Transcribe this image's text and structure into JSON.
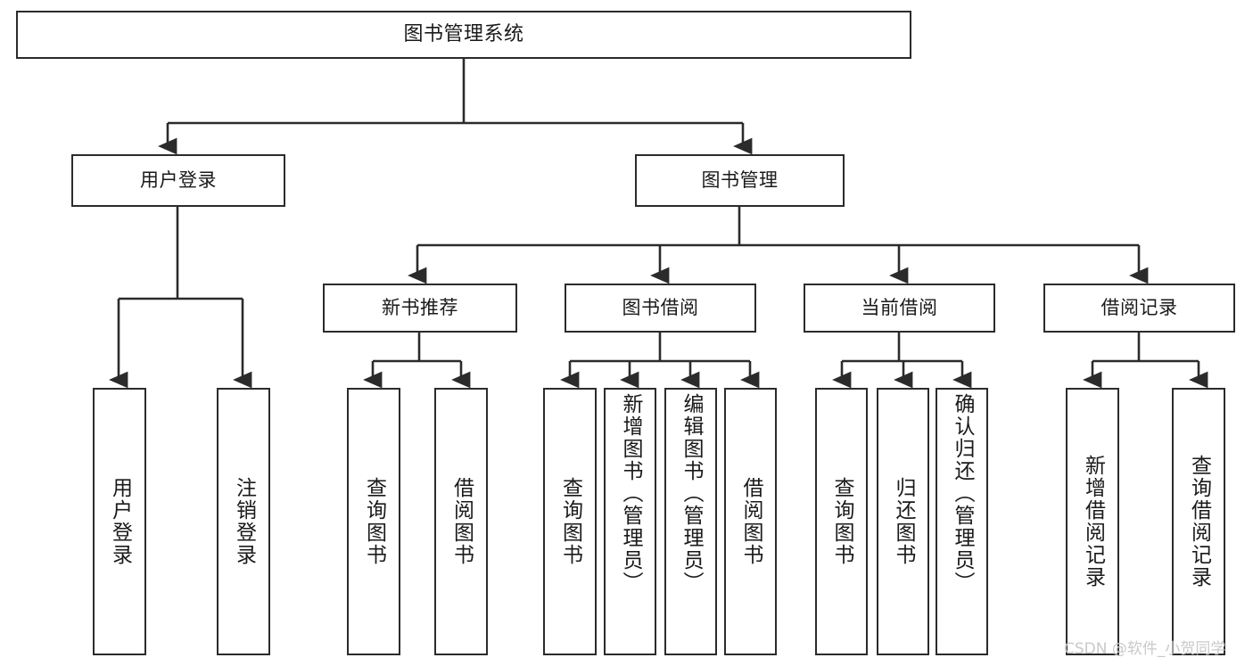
{
  "diagram": {
    "title": "图书管理系统",
    "type": "functional-structure-tree",
    "stroke_color": "#2b2b2b",
    "fill_color": "#ffffff",
    "text_color": "#1a1a1a"
  },
  "nodes": {
    "root": {
      "label": "图书管理系统"
    },
    "level1": [
      {
        "id": "user-login",
        "label": "用户登录"
      },
      {
        "id": "book-management",
        "label": "图书管理"
      }
    ],
    "level2": [
      {
        "id": "new-book-recommend",
        "label": "新书推荐"
      },
      {
        "id": "book-borrow",
        "label": "图书借阅"
      },
      {
        "id": "current-borrow",
        "label": "当前借阅"
      },
      {
        "id": "borrow-record",
        "label": "借阅记录"
      }
    ],
    "leaves": {
      "user_login": [
        {
          "id": "leaf-user-login",
          "label": "用户登录"
        },
        {
          "id": "leaf-user-logout",
          "label": "注销登录"
        }
      ],
      "new_book_recommend": [
        {
          "id": "leaf-query-book-1",
          "label": "查询图书"
        },
        {
          "id": "leaf-borrow-book-1",
          "label": "借阅图书"
        }
      ],
      "book_borrow": [
        {
          "id": "leaf-query-book-2",
          "label": "查询图书"
        },
        {
          "id": "leaf-add-book",
          "label": "新增图书（管理员）"
        },
        {
          "id": "leaf-edit-book",
          "label": "编辑图书（管理员）"
        },
        {
          "id": "leaf-borrow-book-2",
          "label": "借阅图书"
        }
      ],
      "current_borrow": [
        {
          "id": "leaf-query-book-3",
          "label": "查询图书"
        },
        {
          "id": "leaf-return-book",
          "label": "归还图书"
        },
        {
          "id": "leaf-confirm-return",
          "label": "确认归还（管理员）"
        }
      ],
      "borrow_record": [
        {
          "id": "leaf-add-record",
          "label": "新增借阅记录"
        },
        {
          "id": "leaf-query-record",
          "label": "查询借阅记录"
        }
      ]
    }
  },
  "watermark": {
    "text": "CSDN @软件_小贺同学"
  }
}
